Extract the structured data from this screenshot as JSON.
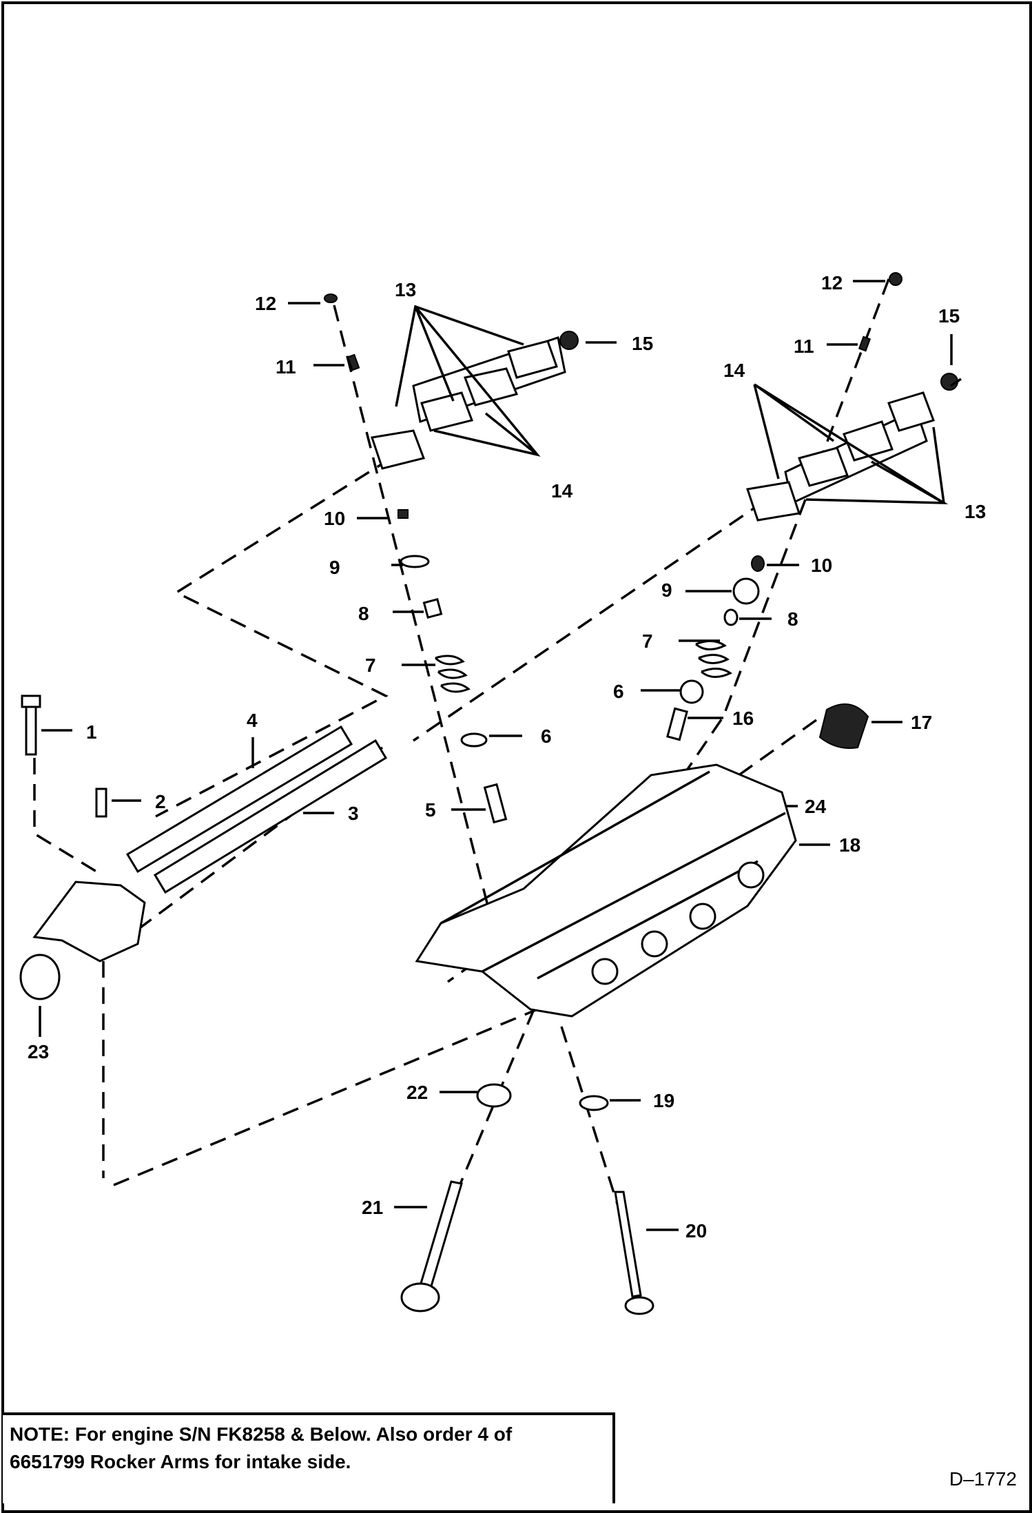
{
  "callouts": {
    "c1": "1",
    "c2": "2",
    "c3": "3",
    "c4": "4",
    "c5": "5",
    "c6a": "6",
    "c6b": "6",
    "c7a": "7",
    "c7b": "7",
    "c8a": "8",
    "c8b": "8",
    "c9a": "9",
    "c9b": "9",
    "c10a": "10",
    "c10b": "10",
    "c11a": "11",
    "c11b": "11",
    "c12a": "12",
    "c12b": "12",
    "c13a": "13",
    "c13b": "13",
    "c14a": "14",
    "c14b": "14",
    "c15a": "15",
    "c15b": "15",
    "c16": "16",
    "c17": "17",
    "c18": "18",
    "c19": "19",
    "c20": "20",
    "c21": "21",
    "c22": "22",
    "c23": "23",
    "c24": "24"
  },
  "note": {
    "line1": "NOTE: For engine S/N FK8258 & Below. Also order 4 of",
    "line2": "6651799 Rocker Arms for intake side."
  },
  "drawing_ref": "D–1772"
}
